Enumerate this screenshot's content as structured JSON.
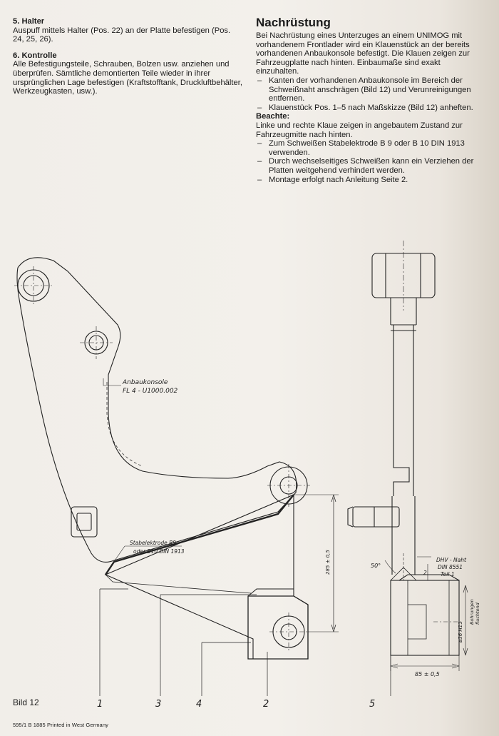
{
  "left_column": {
    "section5_title": "5. Halter",
    "section5_text": "Auspuff mittels Halter (Pos. 22) an der Platte befestigen (Pos. 24, 25, 26).",
    "section6_title": "6. Kontrolle",
    "section6_text": "Alle Befestigungsteile, Schrauben, Bolzen usw. anziehen und überprüfen. Sämtliche demontierten Teile wieder in ihrer ursprünglichen Lage befestigen (Kraftstofftank, Druckluftbehälter, Werkzeugkasten, usw.)."
  },
  "right_column": {
    "title": "Nachrüstung",
    "intro": "Bei Nachrüstung eines Unterzuges an einem UNIMOG mit vorhandenem Frontlader wird ein Klauenstück an der bereits vorhandenen Anbaukonsole befestigt. Die Klauen zeigen zur Fahrzeugplatte nach hinten. Einbaumaße sind exakt einzuhalten.",
    "steps": [
      "Kanten der vorhandenen Anbaukonsole im Bereich der Schweißnaht anschrägen (Bild 12) und Verunreinigungen entfernen.",
      "Klauenstück Pos. 1–5 nach Maßskizze (Bild 12) anheften."
    ],
    "note_title": "Beachte:",
    "note_text": "Linke und rechte Klaue zeigen in angebautem Zustand zur Fahrzeugmitte nach hinten.",
    "note_items": [
      "Zum Schweißen Stabelektrode B 9 oder B 10 DIN 1913 verwenden.",
      "Durch wechselseitiges Schweißen kann ein Verziehen der Platten weitgehend verhindert werden.",
      "Montage erfolgt nach Anleitung Seite 2."
    ]
  },
  "drawing": {
    "console_label_1": "Anbaukonsole",
    "console_label_2": "FL 4 - U1000.002",
    "electrode_label_1": "Stabelektrode B9",
    "electrode_label_2": "oder B10 DIN 1913",
    "dim_height": "285 ± 0,5",
    "angle_label": "50°",
    "dhv_label_1": "DHV - Naht",
    "dhv_label_2": "DIN 8551",
    "dhv_label_3": "Teil 1",
    "dim_small": "2",
    "bohrungen_label_1": "Bohrungen",
    "bohrungen_label_2": "fluchtend",
    "dim_diameter": "ø36 H11",
    "dim_width": "85 ± 0,5",
    "pos_1": "1",
    "pos_2": "2",
    "pos_3": "3",
    "pos_4": "4",
    "pos_5": "5"
  },
  "figure_label": "Bild 12",
  "footer": "595/1 B 1885 Printed in West Germany"
}
